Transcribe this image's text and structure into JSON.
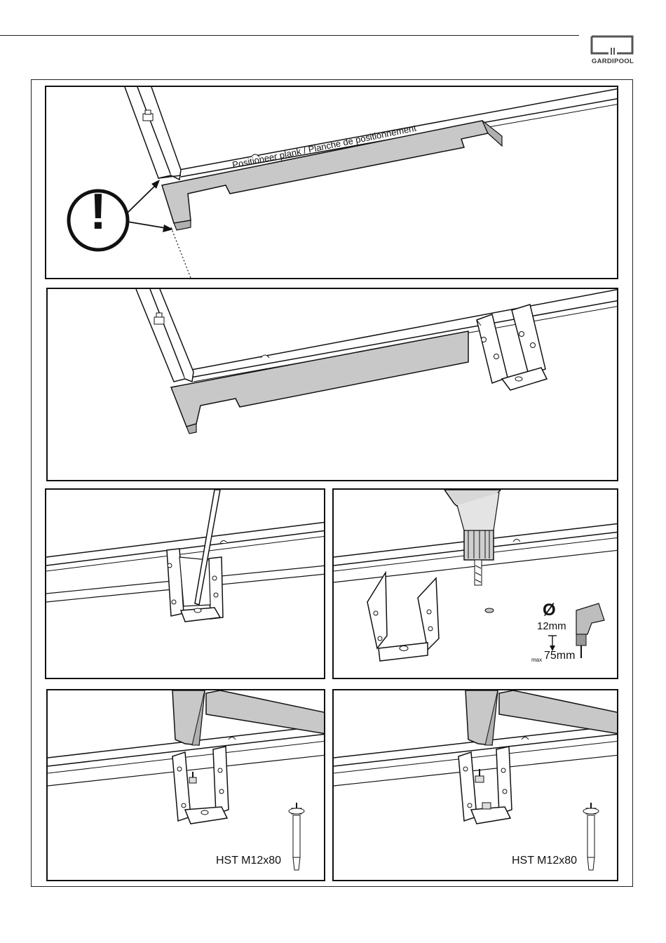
{
  "header": {
    "brand": "GARDIPOOL"
  },
  "panel1": {
    "plank_label": "Positioneer plank / Planche de positionnement",
    "warning_symbol": "!"
  },
  "panel4": {
    "diameter_symbol": "Ø",
    "diameter": "12mm",
    "depth_prefix": "max",
    "depth": "75mm"
  },
  "panel5": {
    "bolt_label": "HST M12x80"
  },
  "panel6": {
    "bolt_label": "HST M12x80"
  },
  "colors": {
    "plank_fill": "#c8c8c8",
    "line": "#111111",
    "background": "#ffffff"
  }
}
